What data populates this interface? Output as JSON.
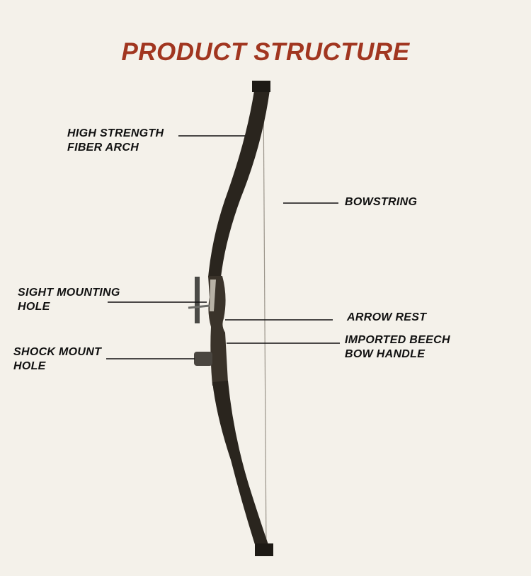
{
  "title": "PRODUCT STRUCTURE",
  "labels": {
    "fiber_arch": [
      "HIGH STRENGTH",
      "FIBER ARCH"
    ],
    "bowstring": [
      "BOWSTRING"
    ],
    "sight_hole": [
      "SIGHT MOUNTING",
      "HOLE"
    ],
    "arrow_rest": [
      "ARROW REST"
    ],
    "handle": [
      "IMPORTED BEECH",
      "BOW HANDLE"
    ],
    "shock_hole": [
      "SHOCK MOUNT",
      "HOLE"
    ]
  },
  "colors": {
    "title": "#a13620",
    "background": "#f4f1ea",
    "bow": "#2a251e"
  }
}
